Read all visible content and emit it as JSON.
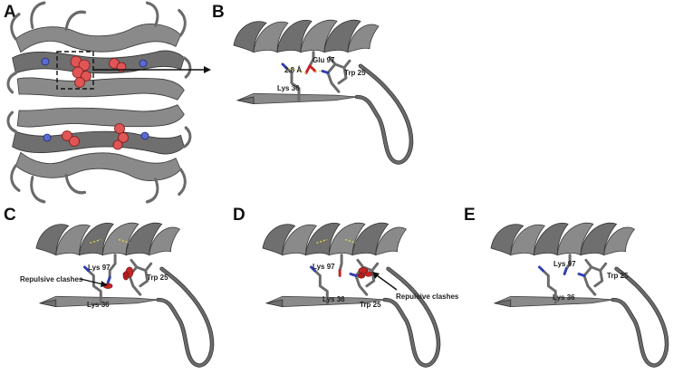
{
  "panels": {
    "a": {
      "letter": "A"
    },
    "b": {
      "letter": "B",
      "distance_label": "2.8 Å",
      "glu_label": "Glu 97",
      "trp_label": "Trp 25",
      "lys36_label": "Lys 36"
    },
    "c": {
      "letter": "C",
      "clash_label": "Repulsive clashes",
      "lys97_label": "Lys 97",
      "trp_label": "Trp 25",
      "lys36_label": "Lys 36"
    },
    "d": {
      "letter": "D",
      "clash_label": "Repulsive clashes",
      "lys97_label": "Lys 97",
      "trp_label": "Trp 25",
      "lys36_label": "Lys 36"
    },
    "e": {
      "letter": "E",
      "lys97_label": "Lys 97",
      "trp_label": "Trp 25",
      "lys36_label": "Lys 36"
    }
  },
  "colors": {
    "protein_ribbon": "#8a8a8a",
    "nitrogen": "#2f3fb0",
    "oxygen": "#c42424",
    "hydrogen_bond": "#e3d84a"
  }
}
